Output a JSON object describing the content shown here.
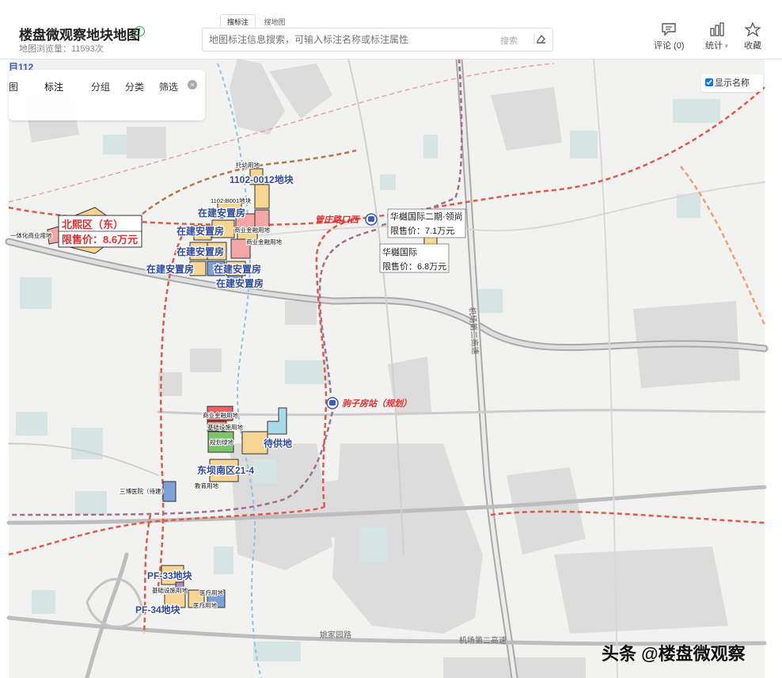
{
  "header": {
    "title": "楼盘微观察地块地图",
    "views": "地图浏览量：11593次",
    "tabs": [
      "搜标注",
      "搜地图"
    ],
    "search_placeholder": "地图标注信息搜索，可输入标注名称或标注属性",
    "search_button": "搜索",
    "tools": [
      {
        "label": "评论 (0)",
        "icon": "comment-icon"
      },
      {
        "label": "统计",
        "icon": "bar-chart-icon"
      },
      {
        "label": "收藏",
        "icon": "star-icon"
      }
    ]
  },
  "panel": {
    "header_fragment": "目112",
    "tabs": [
      "图",
      "标注",
      "分组",
      "分类",
      "筛选"
    ]
  },
  "show_names": {
    "label": "显示名称",
    "checked": true
  },
  "map": {
    "stations": [
      "管庄路口西",
      "驹子房站（规划）"
    ],
    "roads": [
      "机场第二高速",
      "姚家园路",
      "机场第二高速"
    ],
    "callouts": [
      {
        "title": "北熙区（东）",
        "price": "限售价：8.6万元"
      },
      {
        "title": "华樾国际二期·领尚",
        "price": "限售价：7.1万元"
      },
      {
        "title": "华樾国际",
        "price": "限售价：6.8万元"
      }
    ],
    "large_labels": [
      "1102-0012地块",
      "在建安置房",
      "在建安置房",
      "在建安置房",
      "在建安置房",
      "在建安置房",
      "在建安置房",
      "待供地",
      "东坝南区21-4",
      "PF-33地块",
      "PF-34地块"
    ],
    "small_labels": [
      "托幼用地",
      "1102-B001地块",
      "商业金融用地",
      "商业金融用地",
      "一体化商业用地",
      "商业金融用地",
      "基础设施用地",
      "规划绿地",
      "教育用地",
      "三博医院（待建）",
      "基础设施用地",
      "医疗用地",
      "医疗用地"
    ]
  },
  "watermark": "头条 @楼盘微观察",
  "colors": {
    "accent_blue": "#3a5db8",
    "callout_red": "#e03030",
    "route_red": "#e05a4a",
    "route_purple": "#a07090",
    "route_brown": "#b07a4a",
    "route_pink": "#e8a0b0",
    "water_blue": "#8cc4e8",
    "parcel_yellow": "#f7d592",
    "parcel_pink": "#f4a6a6",
    "parcel_blue": "#7ea0d8",
    "parcel_green": "#7cc36a",
    "parcel_cyan": "#a8dbe8"
  }
}
